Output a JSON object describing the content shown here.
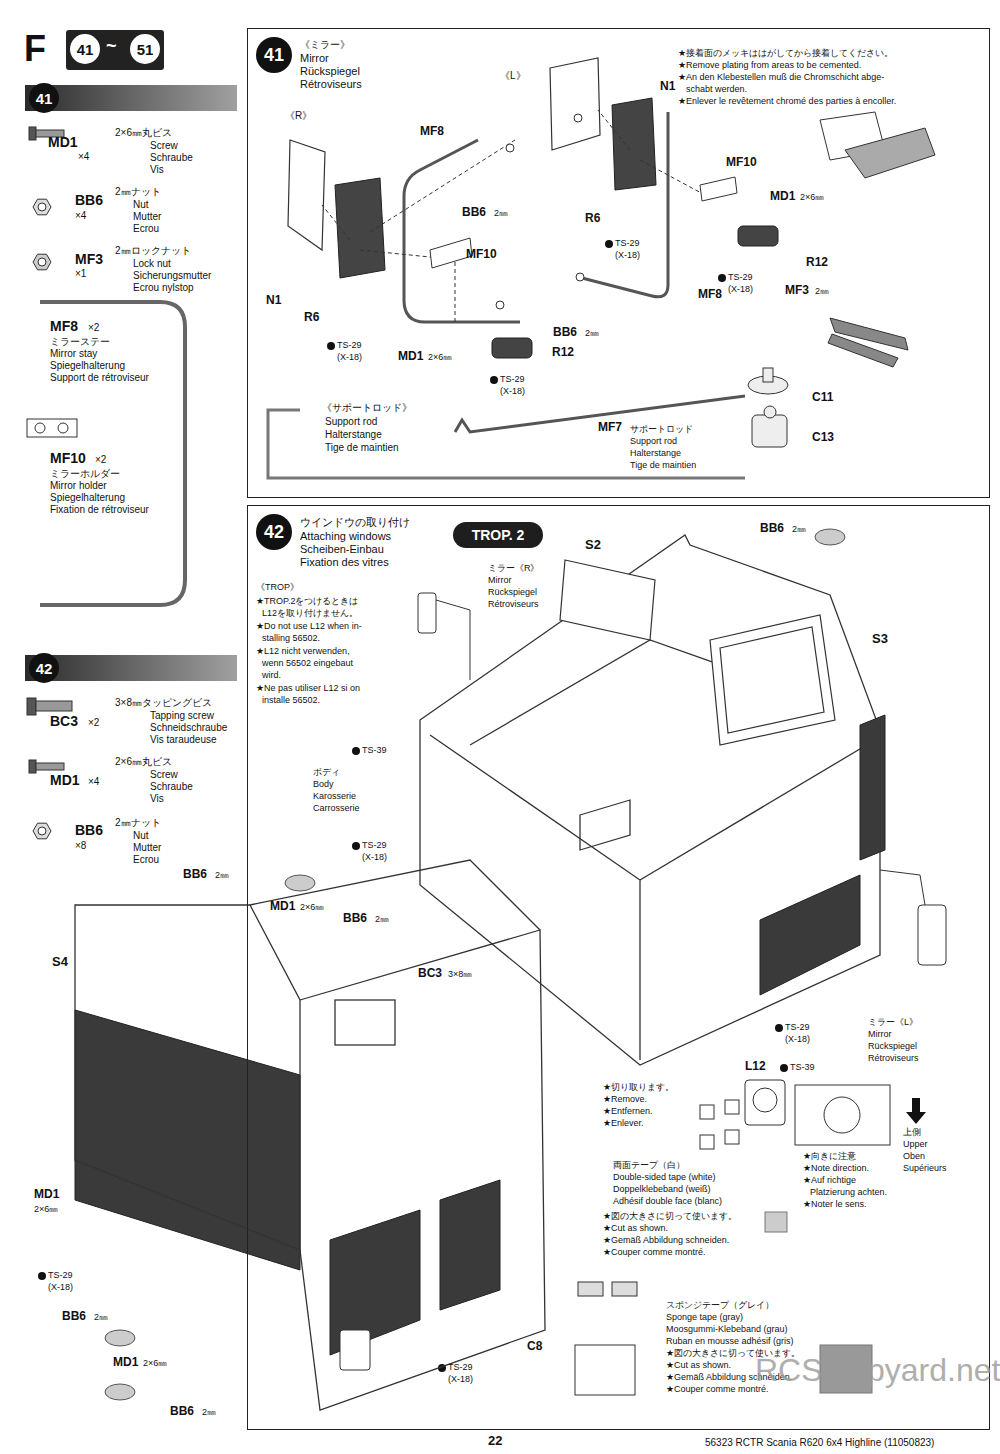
{
  "diagram": {
    "nodes": [
      {
        "text": [
          "F",
          "41",
          "~",
          "51"
        ]
      },
      {
        "text": [
          "41"
        ]
      },
      {
        "text": [
          "41",
          "《ミラー》",
          "Mirror",
          "Rückspiegel",
          "Rétroviseurs"
        ]
      },
      {
        "text": [
          "42"
        ]
      },
      {
        "text": [
          "42",
          "ウインドウの取り付け",
          "Attaching windows",
          "Scheiben-Einbau",
          "Fixation des vitres"
        ]
      },
      {
        "text": [
          "TROP. 2"
        ],
        "in": 4
      }
    ],
    "labels": [
      "MD1",
      "×4",
      "2×6㎜丸ビス",
      "Screw",
      "Schraube",
      "Vis",
      "BB6",
      "×4",
      "2㎜ナット",
      "Nut",
      "Mutter",
      "Ecrou",
      "MF3",
      "×1",
      "2㎜ロックナット",
      "Lock nut",
      "Sicherungsmutter",
      "Ecrou nylstop",
      "MF8",
      "×2",
      "ミラーステー",
      "Mirror stay",
      "Spiegelhalterung",
      "Support de rétroviseur",
      "MF10",
      "×2",
      "ミラーホルダー",
      "Mirror holder",
      "Spiegelhalterung",
      "Fixation de rétroviseur",
      "BC3",
      "×2",
      "3×8㎜タッピングビス",
      "Tapping screw",
      "Schneidschraube",
      "Vis taraudeuse",
      "MD1",
      "×4",
      "2×6㎜丸ビス",
      "Screw",
      "Schraube",
      "Vis",
      "BB6",
      "×8",
      "2㎜ナット",
      "Nut",
      "Mutter",
      "Ecrou",
      "《R》",
      "《L》",
      "N1",
      "★接着面のメッキははがしてから接着してください。",
      "★Remove plating from areas to be cemented.",
      "★An den Klebestellen muß die Chromschicht abge-",
      "schabt werden.",
      "★Enlever le revêtement chromé des parties à encoller.",
      "MF8",
      "BB6",
      "2㎜",
      "R6",
      "TS-29",
      "(X-18)",
      "MF10",
      "MD1",
      "2×6㎜",
      "R12",
      "TS-29",
      "(X-18)",
      "MF8",
      "MF3",
      "2㎜",
      "N1",
      "R6",
      "TS-29",
      "(X-18)",
      "MF10",
      "BB6",
      "2㎜",
      "MD1",
      "2×6㎜",
      "R12",
      "TS-29",
      "(X-18)",
      "C11",
      "C13",
      "《サポートロッド》",
      "Support rod",
      "Halterstange",
      "Tige de maintien",
      "MF7",
      "サポートロッド",
      "Support rod",
      "Halterstange",
      "Tige de maintien",
      "《TROP》",
      "★TROP.2をつけるときは",
      "L12を取り付けません。",
      "★Do not use L12 when in-",
      "stalling 56502.",
      "★L12 nicht verwenden,",
      "wenn 56502 eingebaut",
      "wird.",
      "★Ne pas utiliser L12 si on",
      "installe 56502.",
      "ミラー《R》",
      "Mirror",
      "Rückspiegel",
      "Rétroviseurs",
      "S2",
      "BB6",
      "2㎜",
      "S3",
      "TS-39",
      "ボディ",
      "Body",
      "Karosserie",
      "Carrosserie",
      "TS-29",
      "(X-18)",
      "TS-29",
      "(X-18)",
      "ミラー《L》",
      "Mirror",
      "Rückspiegel",
      "Rétroviseurs",
      "L12",
      "TS-39",
      "★切り取ります。",
      "★Remove.",
      "★Entfernen.",
      "★Enlever.",
      "両面テープ（白）",
      "Double-sided tape (white)",
      "Doppelklebeband (weiß)",
      "Adhésif double face (blanc)",
      "★図の大きさに切って使います。",
      "★Cut as shown.",
      "★Gemäß Abbildung schneiden.",
      "★Couper comme montré.",
      "★向きに注意",
      "★Note direction.",
      "★Auf richtige",
      "Platzierung achten.",
      "★Noter le sens.",
      "上側",
      "Upper",
      "Oben",
      "Supérieurs",
      "スポンジテープ（グレイ）",
      "Sponge tape (gray)",
      "Moosgummi-Klebeband (grau)",
      "Ruban en mousse adhésif (gris)",
      "★図の大きさに切って使います。",
      "★Cut as shown.",
      "★Gemäß Abbildung schneiden.",
      "★Couper comme montré.",
      "C8",
      "BB6",
      "2㎜",
      "MD1",
      "2×6㎜",
      "S4",
      "BB6",
      "2㎜",
      "BC3",
      "3×8㎜",
      "MD1",
      "2×6㎜",
      "TS-29",
      "(X-18)",
      "BB6",
      "2㎜",
      "MD1",
      "2×6㎜",
      "TS-29",
      "(X-18)",
      "BB6",
      "2㎜",
      "22",
      "56323 RCTR Scania R620 6x4 Highline (11050823)",
      "RCScrapyard.net"
    ]
  }
}
